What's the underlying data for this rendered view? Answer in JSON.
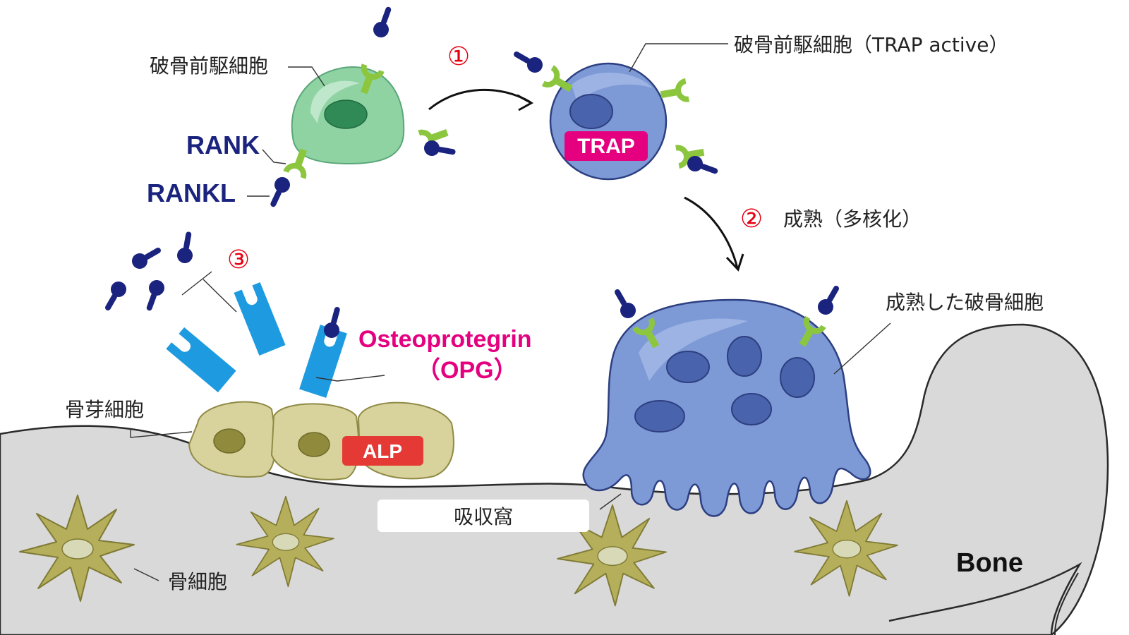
{
  "colors": {
    "bone": "#d9d9d9",
    "navy": "#1a237e",
    "receptor_green": "#8cc63f",
    "trap_magenta": "#e4007f",
    "alp_red": "#e53935",
    "opg_blue": "#1e9be0",
    "step_red": "#e60012",
    "precursor_green": "#8fd3a3",
    "osteoclast_blue": "#7d9ad6",
    "osteoblast_khaki": "#d8d39c",
    "osteocyte_olive": "#b5ae5a"
  },
  "labels": {
    "precursor": "破骨前駆細胞",
    "precursor_trap": "破骨前駆細胞（TRAP active）",
    "rank": "RANK",
    "rankl": "RANKL",
    "step1": "①",
    "step2": "②",
    "step2_text": "成熟（多核化）",
    "step3": "③",
    "mature_osteoclast": "成熟した破骨細胞",
    "opg_line1": "Osteoprotegrin",
    "opg_line2": "（OPG）",
    "osteoblast": "骨芽細胞",
    "alp": "ALP",
    "trap": "TRAP",
    "resorption_pit": "吸収窩",
    "osteocyte": "骨細胞",
    "bone": "Bone"
  }
}
